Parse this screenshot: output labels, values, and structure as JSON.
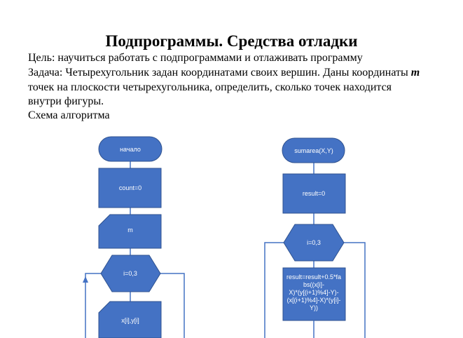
{
  "title": "Подпрограммы. Средства отладки",
  "goal": "Цель: научиться работать с подпрограммами и отлаживать программу",
  "task_line1_pre": "Задача: Четырехугольник задан координатами своих вершин. Даны координаты ",
  "task_m": "m",
  "task_line2": "точек на плоскости четырехугольника, определить, сколько точек находится",
  "task_line3": "внутри фигуры.",
  "scheme": "Схема алгоритма",
  "colors": {
    "fill": "#4472C4",
    "stroke": "#2F528F",
    "line": "#4472C4"
  },
  "flow_left": {
    "start": "начало",
    "init": "count=0",
    "input": "m",
    "loop": "i=0,3",
    "read": "x[i],y[i]"
  },
  "flow_right": {
    "start": "sumarea(X,Y)",
    "init": "result=0",
    "loop": "i=0,3",
    "calc": [
      "result=result+0.5*fa",
      "bs((x[i]-",
      "X)*(y[(i+1)%4]-Y)-",
      "(x[(i+1)%4]-X)*(y[i]-",
      "Y))"
    ]
  }
}
